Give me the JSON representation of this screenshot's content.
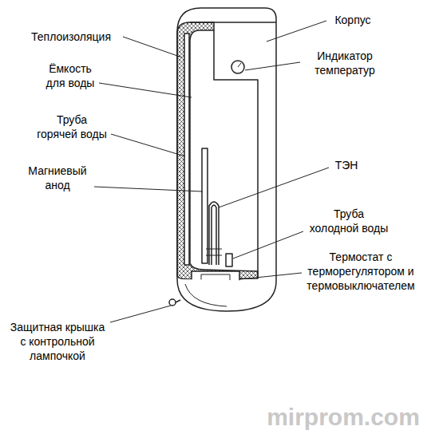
{
  "diagram": {
    "labels": [
      "Корпус",
      "Теплоизоляция",
      "Индикатор температур",
      "Ёмкость для воды",
      "Труба горячей воды",
      "ТЭН",
      "Магниевый анод",
      "Труба холодной воды",
      "Термостат с терморегулятором и термовыключателем",
      "Защитная крышка с контрольной лампочкой",
      "mirprom.com"
    ]
  }
}
